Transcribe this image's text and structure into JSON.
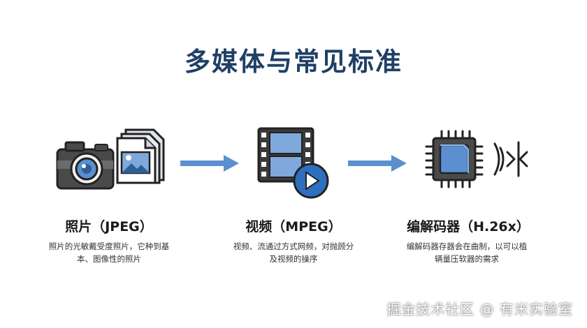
{
  "title": "多媒体与常见标准",
  "columns": [
    {
      "title": "照片（JPEG）",
      "desc_line1": "照片的光敏戴受度照片，它种到基",
      "desc_line2": "本、图像性的照片",
      "icons": [
        "camera-icon",
        "image-stack-icon"
      ]
    },
    {
      "title": "视频（MPEG）",
      "desc_line1": "视频、流通过方式网频，对抛顾分",
      "desc_line2": "及视频的操序",
      "icons": [
        "film-strip-icon",
        "play-button-icon"
      ]
    },
    {
      "title": "编解码器（H.26x）",
      "desc_line1": "编解码器存器会在曲制，以可以植",
      "desc_line2": "辆量压软器的需求",
      "icons": [
        "chip-icon",
        "compress-icon"
      ]
    }
  ],
  "watermark": "掘金技术社区 @ 有米实验室",
  "colors": {
    "title": "#1f3f66",
    "accent_blue": "#5b8fd0",
    "dark_gray": "#4a4a4a",
    "arrow": "#5b8fd0"
  }
}
